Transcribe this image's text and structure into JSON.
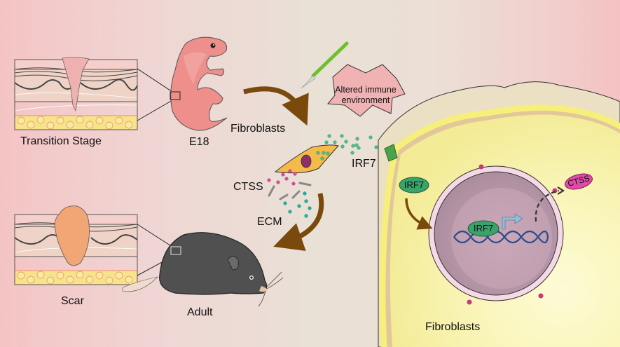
{
  "figure": {
    "skin_panels": [
      {
        "id": "transition",
        "label": "Transition Stage"
      },
      {
        "id": "scar",
        "label": "Scar"
      }
    ],
    "animals": [
      {
        "id": "embryo",
        "label": "E18"
      },
      {
        "id": "adult",
        "label": "Adult"
      }
    ],
    "labels": {
      "fibroblasts_top": "Fibroblasts",
      "ctss": "CTSS",
      "ecm": "ECM",
      "irf7_outside": "IRF7",
      "immune_line1": "Altered immune",
      "immune_line2": "environment",
      "fibroblasts_cell": "Fibroblasts"
    },
    "molecules": {
      "irf7_cytoplasm": "IRF7",
      "irf7_dna": "IRF7",
      "ctss_secreted": "CTSS"
    },
    "colors": {
      "arrow_brown": "#7a4a0c",
      "irf7_green": "#3aa36b",
      "ctss_pink": "#e14aa8",
      "ecm_teal": "#1fb3a3",
      "scalpel_green": "#6cc02a",
      "nucleus_purple": "#a3889a",
      "membrane_yellow": "#f6ef7c"
    }
  }
}
